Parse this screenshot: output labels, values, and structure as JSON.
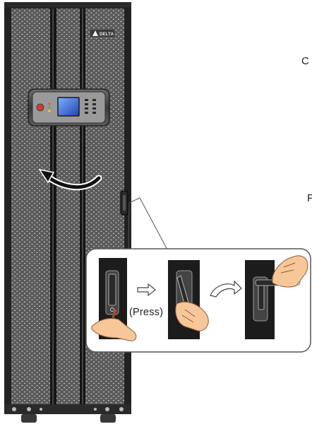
{
  "brand": {
    "logo_text": "DELTA"
  },
  "callout": {
    "action_label": "(Press)"
  },
  "edge_text": {
    "top_letter": "C",
    "middle_letter": "P"
  },
  "icons": [
    "delta-logo-icon",
    "curved-arrow-icon",
    "right-arrow-icon",
    "curved-right-arrow-icon",
    "hand-icon"
  ],
  "colors": {
    "cabinet_frame": "#1e1e1e",
    "mesh_door": "#8a8a8a",
    "display_screen": "#2f62c9",
    "skin": "#f7c79a"
  }
}
